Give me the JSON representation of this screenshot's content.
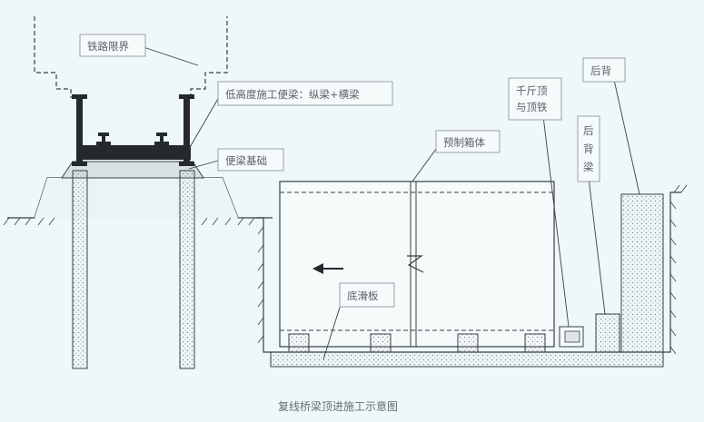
{
  "labels": {
    "railway_clearance": "铁路限界",
    "temp_beam": "低高度施工便梁：纵梁+横梁",
    "beam_foundation": "便梁基础",
    "precast_box": "预制箱体",
    "jack_and_pad": [
      "千斤顶",
      "与顶铁"
    ],
    "back_beam": [
      "后",
      "背",
      "梁"
    ],
    "back_wall": "后背",
    "sliding_plate": "底滑板"
  },
  "caption": "复线桥梁顶进施工示意图",
  "colors": {
    "background": "#eef7f9",
    "line": "#3a3f42",
    "hatch": "#8a8f93",
    "box_fill": "#f5fafb",
    "rail_steel": "#25292c",
    "label_border": "#9aa0a4",
    "pile_fill": "#e4eef1"
  },
  "arrow_direction": "left"
}
